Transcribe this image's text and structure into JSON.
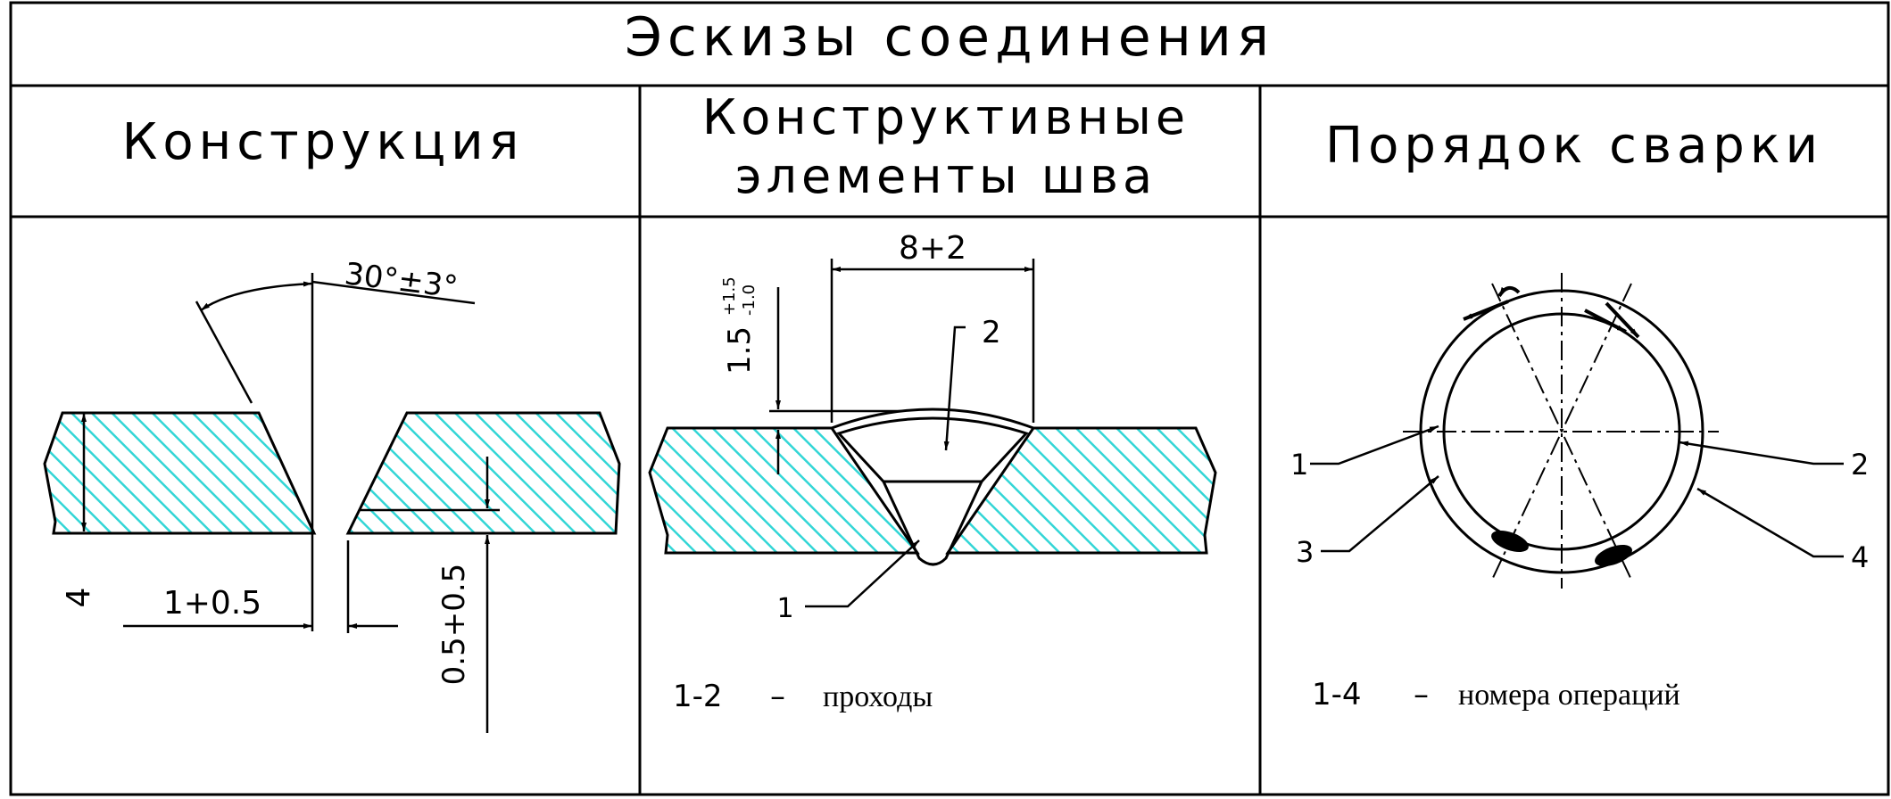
{
  "table": {
    "title": "Эскизы соединения",
    "columns": [
      {
        "header_lines": [
          "Конструкция"
        ]
      },
      {
        "header_lines": [
          "Конструктивные",
          "элементы шва"
        ]
      },
      {
        "header_lines": [
          "Порядок сварки"
        ]
      }
    ]
  },
  "construction": {
    "angle_label": "30°±3°",
    "thickness_label": "4",
    "gap_label": "1+0.5",
    "root_face_label": "0.5+0.5"
  },
  "weld_elements": {
    "width_label": "8+2",
    "reinforcement_label": "1.5",
    "reinforcement_tol_upper": "+1.5",
    "reinforcement_tol_lower": "-1.0",
    "pass_labels": [
      "1",
      "2"
    ],
    "legend_range": "1-2",
    "legend_dash": "–",
    "legend_text": "проходы"
  },
  "welding_order": {
    "op_labels": [
      "1",
      "2",
      "3",
      "4"
    ],
    "legend_range": "1-4",
    "legend_dash": "–",
    "legend_text": "номера операций"
  },
  "colors": {
    "hatch": "#33d6d6",
    "line": "#000000",
    "background": "#ffffff"
  }
}
